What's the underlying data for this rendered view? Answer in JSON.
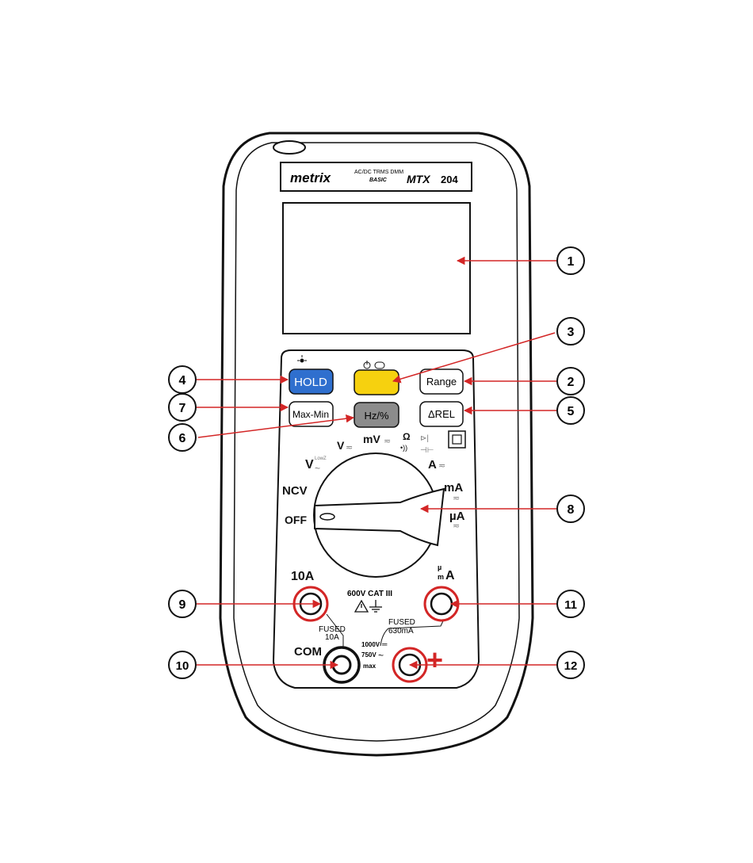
{
  "brand": {
    "logo": "metrix",
    "subtitle_line1": "AC/DC TRMS DMM",
    "subtitle_line2": "BASIC",
    "model_prefix": "MTX",
    "model_number": "204"
  },
  "buttons": {
    "hold": "HOLD",
    "range": "Range",
    "max_min": "Max-Min",
    "hz": "Hz/%",
    "rel": "ΔREL"
  },
  "dial_labels": {
    "v_lowz": "V",
    "v_lowz_sub": "LowZ",
    "v": "V",
    "mv": "mV",
    "ohm": "Ω",
    "a": "A",
    "ma": "mA",
    "ua": "µA",
    "ncv": "NCV",
    "off": "OFF",
    "ac_dc": "≂"
  },
  "terminals": {
    "ten_a": "10A",
    "micro": "µ",
    "milli": "m",
    "amp": "A",
    "cat": "600V CAT III",
    "fused_10a_1": "FUSED",
    "fused_10a_2": "10A",
    "fused_630_1": "FUSED",
    "fused_630_2": "630mA",
    "com": "COM",
    "max_dc": "1000V",
    "max_ac": "750V",
    "max_word": "max",
    "plus": "+"
  },
  "callouts": [
    "1",
    "2",
    "3",
    "4",
    "5",
    "6",
    "7",
    "8",
    "9",
    "10",
    "11",
    "12"
  ],
  "colors": {
    "hold_blue": "#2f6fce",
    "power_yellow": "#f6d10f",
    "hz_gray": "#8c8c8c",
    "callout_red": "#d32626",
    "outline": "#111111"
  }
}
